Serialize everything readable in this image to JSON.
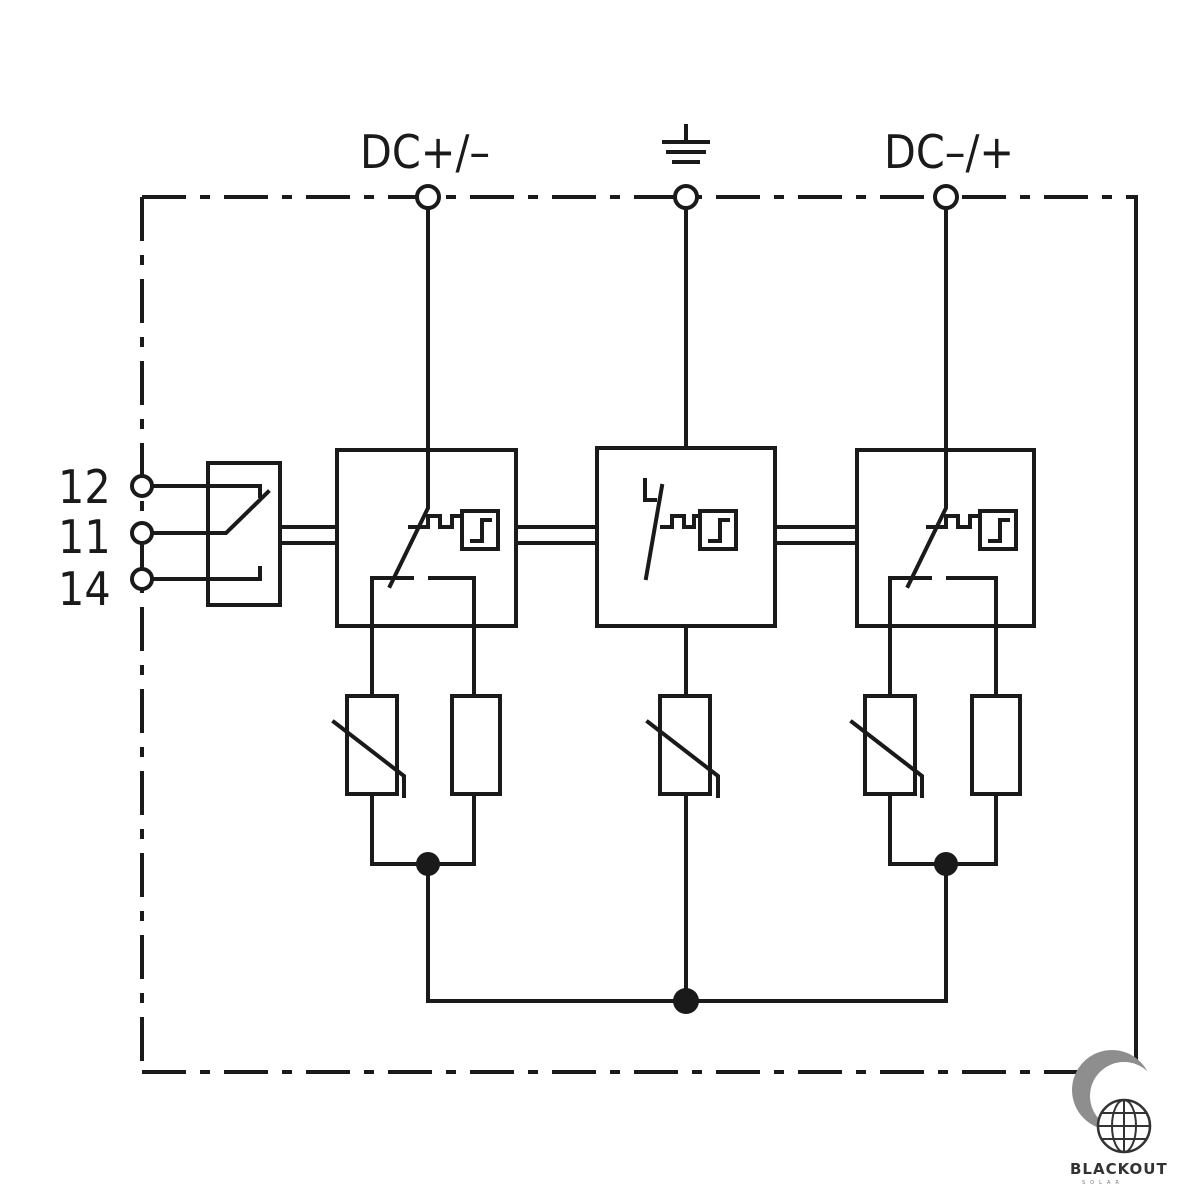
{
  "terminals": {
    "dc_plus_minus": "DC+/–",
    "dc_minus_plus": "DC–/+",
    "contact_12": "12",
    "contact_11": "11",
    "contact_14": "14"
  },
  "logo": {
    "name": "BLACKOUT",
    "tagline": "SOLAR"
  },
  "colors": {
    "line": "#1a1a1a",
    "background": "#ffffff"
  },
  "icons": [
    "ground-icon",
    "globe-icon"
  ]
}
